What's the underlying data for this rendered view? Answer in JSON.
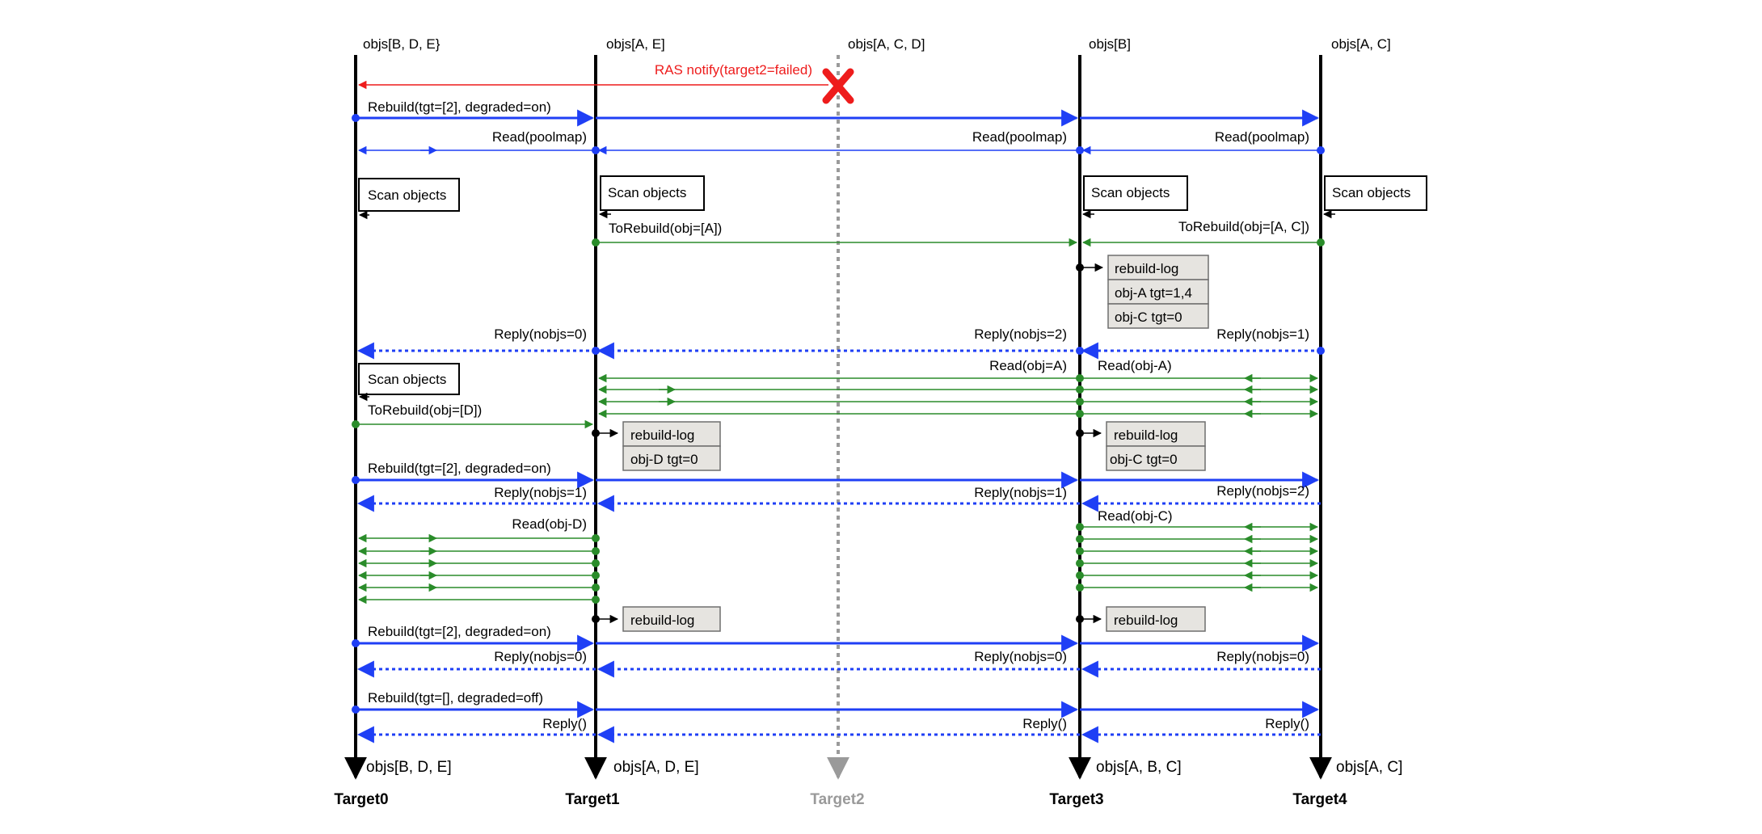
{
  "colors": {
    "blue": "#1f3ff5",
    "green": "#2a8c2a",
    "red": "#ee1c1c",
    "black": "#000000",
    "gray": "#9a9a9a",
    "box_fill": "#e6e4e0",
    "box_stroke": "#6e6e6e"
  },
  "targets": [
    {
      "name": "Target0",
      "top_label": "objs[B, D, E}",
      "bottom_label": "objs[B, D, E]",
      "failed": false
    },
    {
      "name": "Target1",
      "top_label": "objs[A, E]",
      "bottom_label": "objs[A, D, E]",
      "failed": false
    },
    {
      "name": "Target2",
      "top_label": "objs[A, C, D]",
      "bottom_label": "",
      "failed": true
    },
    {
      "name": "Target3",
      "top_label": "objs[B]",
      "bottom_label": "objs[A, B, C]",
      "failed": false
    },
    {
      "name": "Target4",
      "top_label": "objs[A, C]",
      "bottom_label": "objs[A, C]",
      "failed": false
    }
  ],
  "failure_marker": {
    "icon": "red-x-icon",
    "target": 2
  },
  "messages": [
    {
      "kind": "notify",
      "from": 2,
      "to": 0,
      "label": "RAS notify(target2=failed)",
      "color": "red",
      "style": "solid"
    },
    {
      "kind": "multicast",
      "from": 0,
      "to": [
        1,
        3,
        4
      ],
      "label": "Rebuild(tgt=[2], degraded=on)",
      "color": "blue",
      "style": "solid"
    },
    {
      "kind": "exchange",
      "between": [
        0,
        1
      ],
      "label": "Read(poolmap)",
      "color": "blue"
    },
    {
      "kind": "exchange",
      "between": [
        1,
        3
      ],
      "label": "Read(poolmap)",
      "color": "blue"
    },
    {
      "kind": "exchange",
      "between": [
        3,
        4
      ],
      "label": "Read(poolmap)",
      "color": "blue"
    },
    {
      "kind": "note",
      "at": 0,
      "label": "Scan objects"
    },
    {
      "kind": "note",
      "at": 1,
      "label": "Scan objects"
    },
    {
      "kind": "note",
      "at": 3,
      "label": "Scan objects"
    },
    {
      "kind": "note",
      "at": 4,
      "label": "Scan objects"
    },
    {
      "kind": "send",
      "from": 1,
      "to": 3,
      "label": "ToRebuild(obj=[A])",
      "color": "green"
    },
    {
      "kind": "send",
      "from": 4,
      "to": 3,
      "label": "ToRebuild(obj=[A, C])",
      "color": "green"
    },
    {
      "kind": "log",
      "at": 3,
      "rows": [
        "rebuild-log",
        "obj-A tgt=1,4",
        "obj-C tgt=0"
      ]
    },
    {
      "kind": "reply",
      "from": 1,
      "to": 0,
      "label": "Reply(nobjs=0)",
      "color": "blue"
    },
    {
      "kind": "reply",
      "from": 3,
      "to": 1,
      "label": "Reply(nobjs=2)",
      "color": "blue"
    },
    {
      "kind": "reply",
      "from": 4,
      "to": 3,
      "label": "Reply(nobjs=1)",
      "color": "blue"
    },
    {
      "kind": "note",
      "at": 0,
      "label": "Scan objects"
    },
    {
      "kind": "read-burst",
      "between": [
        1,
        3
      ],
      "label": "Read(obj=A)",
      "color": "green"
    },
    {
      "kind": "read-burst",
      "between": [
        3,
        4
      ],
      "label": "Read(obj-A)",
      "color": "green"
    },
    {
      "kind": "send",
      "from": 0,
      "to": 1,
      "label": "ToRebuild(obj=[D])",
      "color": "green"
    },
    {
      "kind": "log",
      "at": 1,
      "rows": [
        "rebuild-log",
        "obj-D tgt=0"
      ]
    },
    {
      "kind": "log",
      "at": 3,
      "rows": [
        "rebuild-log",
        "obj-C tgt=0"
      ]
    },
    {
      "kind": "multicast",
      "from": 0,
      "to": [
        1,
        3,
        4
      ],
      "label": "Rebuild(tgt=[2], degraded=on)",
      "color": "blue",
      "style": "solid"
    },
    {
      "kind": "reply",
      "from": 1,
      "to": 0,
      "label": "Reply(nobjs=1)",
      "color": "blue"
    },
    {
      "kind": "reply",
      "from": 3,
      "to": 1,
      "label": "Reply(nobjs=1)",
      "color": "blue"
    },
    {
      "kind": "reply",
      "from": 4,
      "to": 3,
      "label": "Reply(nobjs=2)",
      "color": "blue"
    },
    {
      "kind": "read-burst",
      "between": [
        0,
        1
      ],
      "label": "Read(obj-D)",
      "color": "green"
    },
    {
      "kind": "read-burst",
      "between": [
        3,
        4
      ],
      "label": "Read(obj-C)",
      "color": "green"
    },
    {
      "kind": "log",
      "at": 1,
      "rows": [
        "rebuild-log"
      ]
    },
    {
      "kind": "log",
      "at": 3,
      "rows": [
        "rebuild-log"
      ]
    },
    {
      "kind": "multicast",
      "from": 0,
      "to": [
        1,
        3,
        4
      ],
      "label": "Rebuild(tgt=[2], degraded=on)",
      "color": "blue",
      "style": "solid"
    },
    {
      "kind": "reply",
      "from": 1,
      "to": 0,
      "label": "Reply(nobjs=0)",
      "color": "blue"
    },
    {
      "kind": "reply",
      "from": 3,
      "to": 1,
      "label": "Reply(nobjs=0)",
      "color": "blue"
    },
    {
      "kind": "reply",
      "from": 4,
      "to": 3,
      "label": "Reply(nobjs=0)",
      "color": "blue"
    },
    {
      "kind": "multicast",
      "from": 0,
      "to": [
        1,
        3,
        4
      ],
      "label": "Rebuild(tgt=[], degraded=off)",
      "color": "blue",
      "style": "solid"
    },
    {
      "kind": "reply",
      "from": 3,
      "to": 1,
      "label": "Reply()",
      "color": "blue"
    },
    {
      "kind": "reply",
      "from": 4,
      "to": 3,
      "label": "Reply()",
      "color": "blue"
    }
  ]
}
